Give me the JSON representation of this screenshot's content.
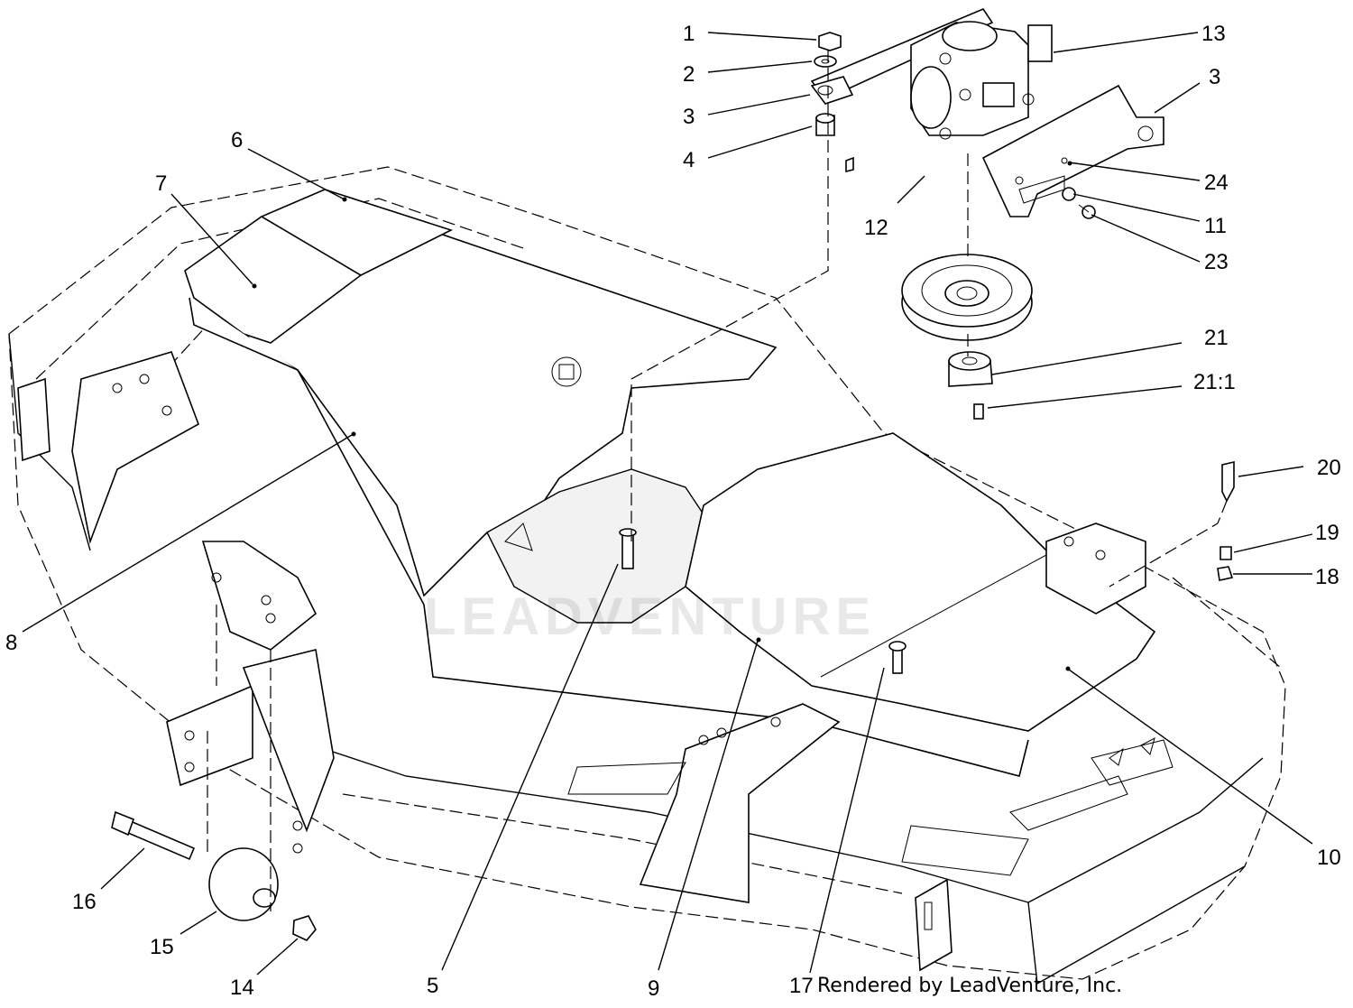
{
  "labels": {
    "l1": "1",
    "l2": "2",
    "l3a": "3",
    "l3b": "3",
    "l4": "4",
    "l5": "5",
    "l6": "6",
    "l7": "7",
    "l8": "8",
    "l9": "9",
    "l10": "10",
    "l11": "11",
    "l12": "12",
    "l13": "13",
    "l14": "14",
    "l15": "15",
    "l16": "16",
    "l17": "17",
    "l18": "18",
    "l19": "19",
    "l20": "20",
    "l21": "21",
    "l21_1": "21:1",
    "l23": "23",
    "l24": "24"
  },
  "watermark": "LEADVENTURE",
  "credit": "Rendered by LeadVenture, Inc."
}
